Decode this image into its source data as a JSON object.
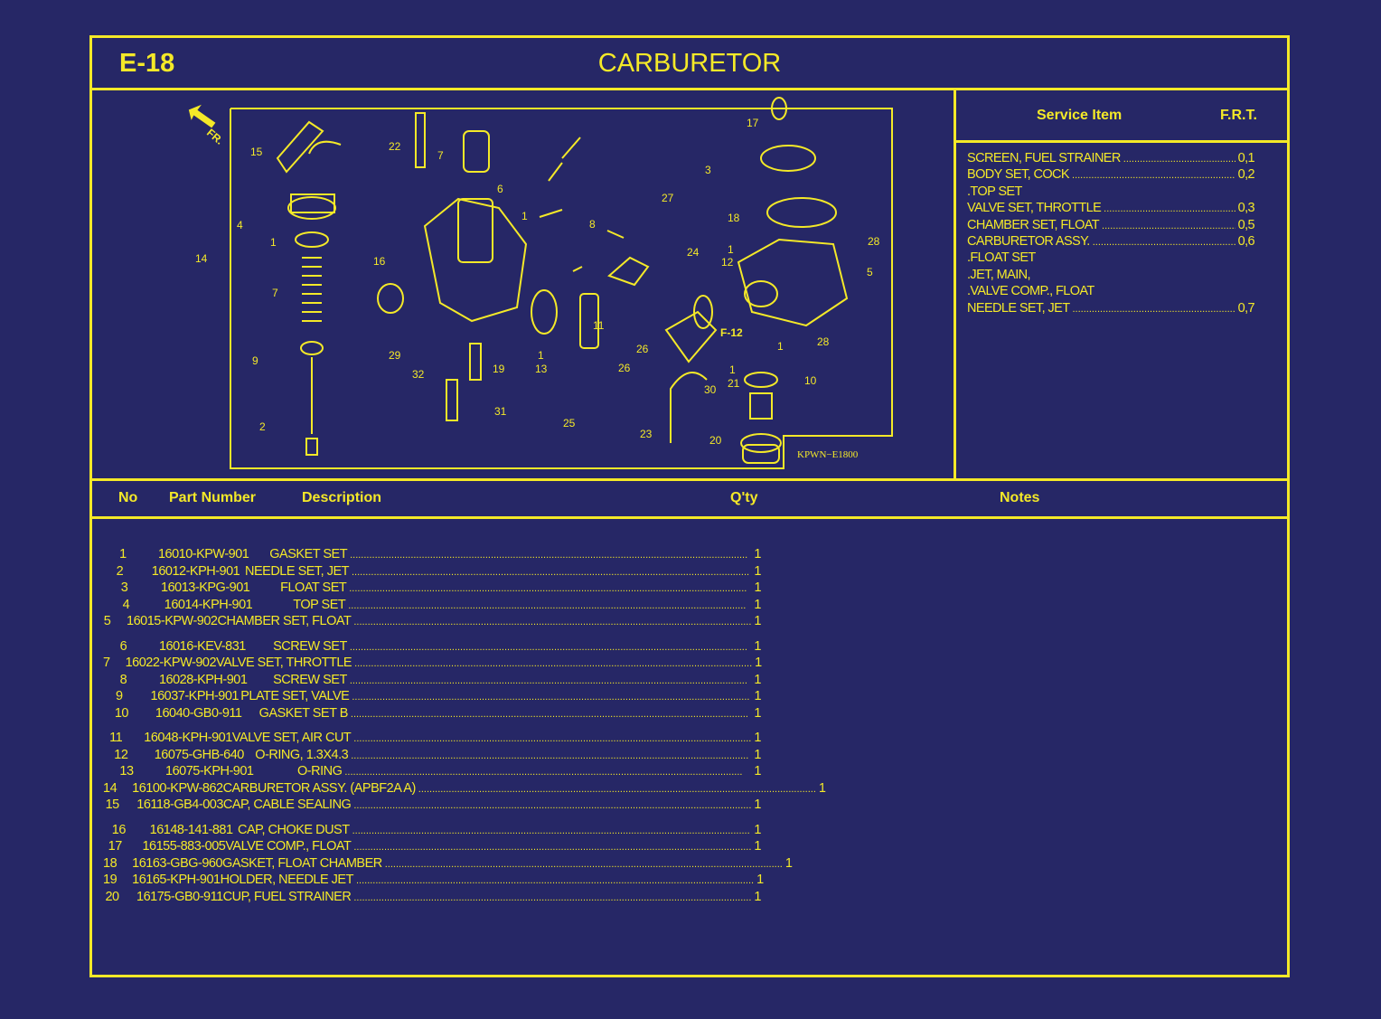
{
  "header": {
    "code": "E-18",
    "title": "CARBURETOR"
  },
  "colors": {
    "background": "#262766",
    "accent": "#f4e928"
  },
  "diagram": {
    "front_arrow": "FR.",
    "ref_code": "KPWN−E1800",
    "figure_ref": "F-12",
    "callouts": [
      "15",
      "22",
      "7",
      "17",
      "3",
      "4",
      "1",
      "14",
      "7",
      "9",
      "2",
      "6",
      "1",
      "8",
      "27",
      "18",
      "1",
      "12",
      "28",
      "5",
      "16",
      "29",
      "32",
      "19",
      "31",
      "13",
      "11",
      "24",
      "26",
      "26",
      "25",
      "30",
      "21",
      "10",
      "1",
      "28",
      "23",
      "20",
      "1",
      "1"
    ]
  },
  "service": {
    "header_item": "Service Item",
    "header_frt": "F.R.T.",
    "items": [
      {
        "label": "SCREEN, FUEL STRAINER",
        "frt": "0,1"
      },
      {
        "label": "BODY SET, COCK",
        "frt": "0,2"
      },
      {
        "label": ".TOP SET",
        "frt": ""
      },
      {
        "label": "VALVE SET, THROTTLE",
        "frt": "0,3"
      },
      {
        "label": "CHAMBER SET, FLOAT",
        "frt": "0,5"
      },
      {
        "label": "CARBURETOR ASSY.",
        "frt": "0,6"
      },
      {
        "label": ".FLOAT SET",
        "frt": ""
      },
      {
        "label": ".JET, MAIN,",
        "frt": ""
      },
      {
        "label": ".VALVE COMP., FLOAT",
        "frt": ""
      },
      {
        "label": "NEEDLE SET, JET",
        "frt": "0,7"
      }
    ]
  },
  "table": {
    "headers": {
      "no": "No",
      "part": "Part Number",
      "desc": "Description",
      "qty": "Q'ty",
      "notes": "Notes"
    },
    "rows": [
      {
        "no": "1",
        "part": "16010-KPW-901",
        "desc": "GASKET SET",
        "qty": "1"
      },
      {
        "no": "2",
        "part": "16012-KPH-901",
        "desc": "NEEDLE SET, JET",
        "qty": "1"
      },
      {
        "no": "3",
        "part": "16013-KPG-901",
        "desc": "FLOAT SET",
        "qty": "1"
      },
      {
        "no": "4",
        "part": "16014-KPH-901",
        "desc": "TOP SET",
        "qty": "1"
      },
      {
        "no": "5",
        "part": "16015-KPW-902",
        "desc": "CHAMBER SET, FLOAT",
        "qty": "1"
      },
      {
        "no": "6",
        "part": "16016-KEV-831",
        "desc": "SCREW SET",
        "qty": "1"
      },
      {
        "no": "7",
        "part": "16022-KPW-902",
        "desc": "VALVE SET, THROTTLE",
        "qty": "1"
      },
      {
        "no": "8",
        "part": "16028-KPH-901",
        "desc": "SCREW SET",
        "qty": "1"
      },
      {
        "no": "9",
        "part": "16037-KPH-901",
        "desc": "PLATE SET, VALVE",
        "qty": "1"
      },
      {
        "no": "10",
        "part": "16040-GB0-911",
        "desc": "GASKET SET B",
        "qty": "1"
      },
      {
        "no": "11",
        "part": "16048-KPH-901",
        "desc": "VALVE SET, AIR CUT",
        "qty": "1"
      },
      {
        "no": "12",
        "part": "16075-GHB-640",
        "desc": "O-RING, 1.3X4.3",
        "qty": "1"
      },
      {
        "no": "13",
        "part": "16075-KPH-901",
        "desc": "O-RING",
        "qty": "1"
      },
      {
        "no": "14",
        "part": "16100-KPW-862",
        "desc": "CARBURETOR ASSY. (APBF2A A)",
        "qty": "1"
      },
      {
        "no": "15",
        "part": "16118-GB4-003",
        "desc": "CAP, CABLE SEALING",
        "qty": "1"
      },
      {
        "no": "16",
        "part": "16148-141-881",
        "desc": "CAP, CHOKE DUST",
        "qty": "1"
      },
      {
        "no": "17",
        "part": "16155-883-005",
        "desc": "VALVE COMP., FLOAT",
        "qty": "1"
      },
      {
        "no": "18",
        "part": "16163-GBG-960",
        "desc": "GASKET, FLOAT CHAMBER",
        "qty": "1"
      },
      {
        "no": "19",
        "part": "16165-KPH-901",
        "desc": "HOLDER, NEEDLE JET",
        "qty": "1"
      },
      {
        "no": "20",
        "part": "16175-GB0-911",
        "desc": "CUP, FUEL STRAINER",
        "qty": "1"
      }
    ]
  }
}
